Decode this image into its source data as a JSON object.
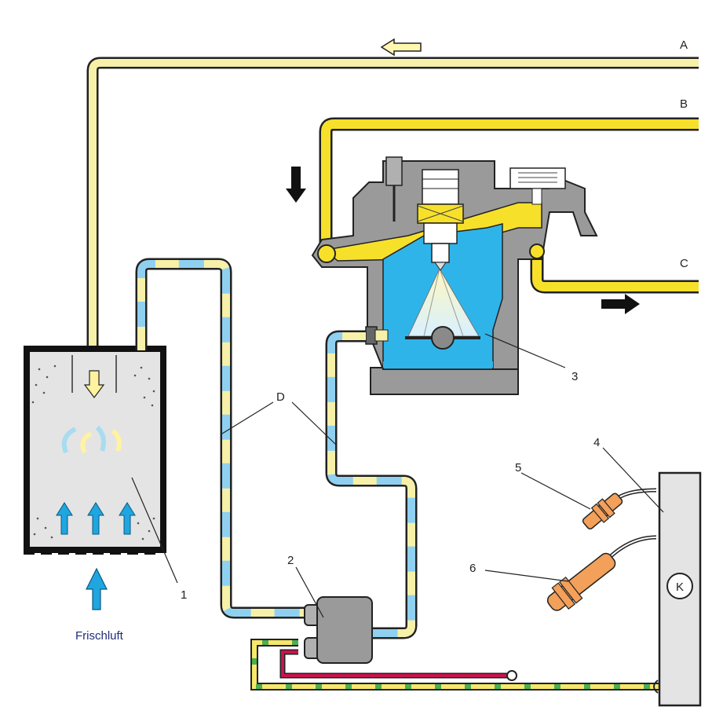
{
  "labels": {
    "line_a": "A",
    "line_b": "B",
    "line_c": "C",
    "line_d": "D",
    "part_1": "1",
    "part_2": "2",
    "part_3": "3",
    "part_4": "4",
    "part_5": "5",
    "part_6": "6",
    "fresh_air": "Frischluft",
    "control_unit_symbol": "K"
  },
  "colors": {
    "pipe_yellow": "#f7e76a",
    "pipe_light_yellow": "#f6f0a8",
    "pipe_blue": "#8fd0f0",
    "chamber_blue": "#2fb4ea",
    "housing_grey": "#9a9a9a",
    "body_light_grey": "#e4e4e4",
    "sensor_orange": "#f2a05a",
    "signal_red": "#c8144e",
    "arrow_blue": "#1fa6e0",
    "outline": "#111111"
  },
  "icons": {
    "flow_left": "arrow-left-outline-icon",
    "flow_down": "arrow-down-icon",
    "flow_right": "arrow-right-icon",
    "intake_up": "arrow-up-icon"
  }
}
